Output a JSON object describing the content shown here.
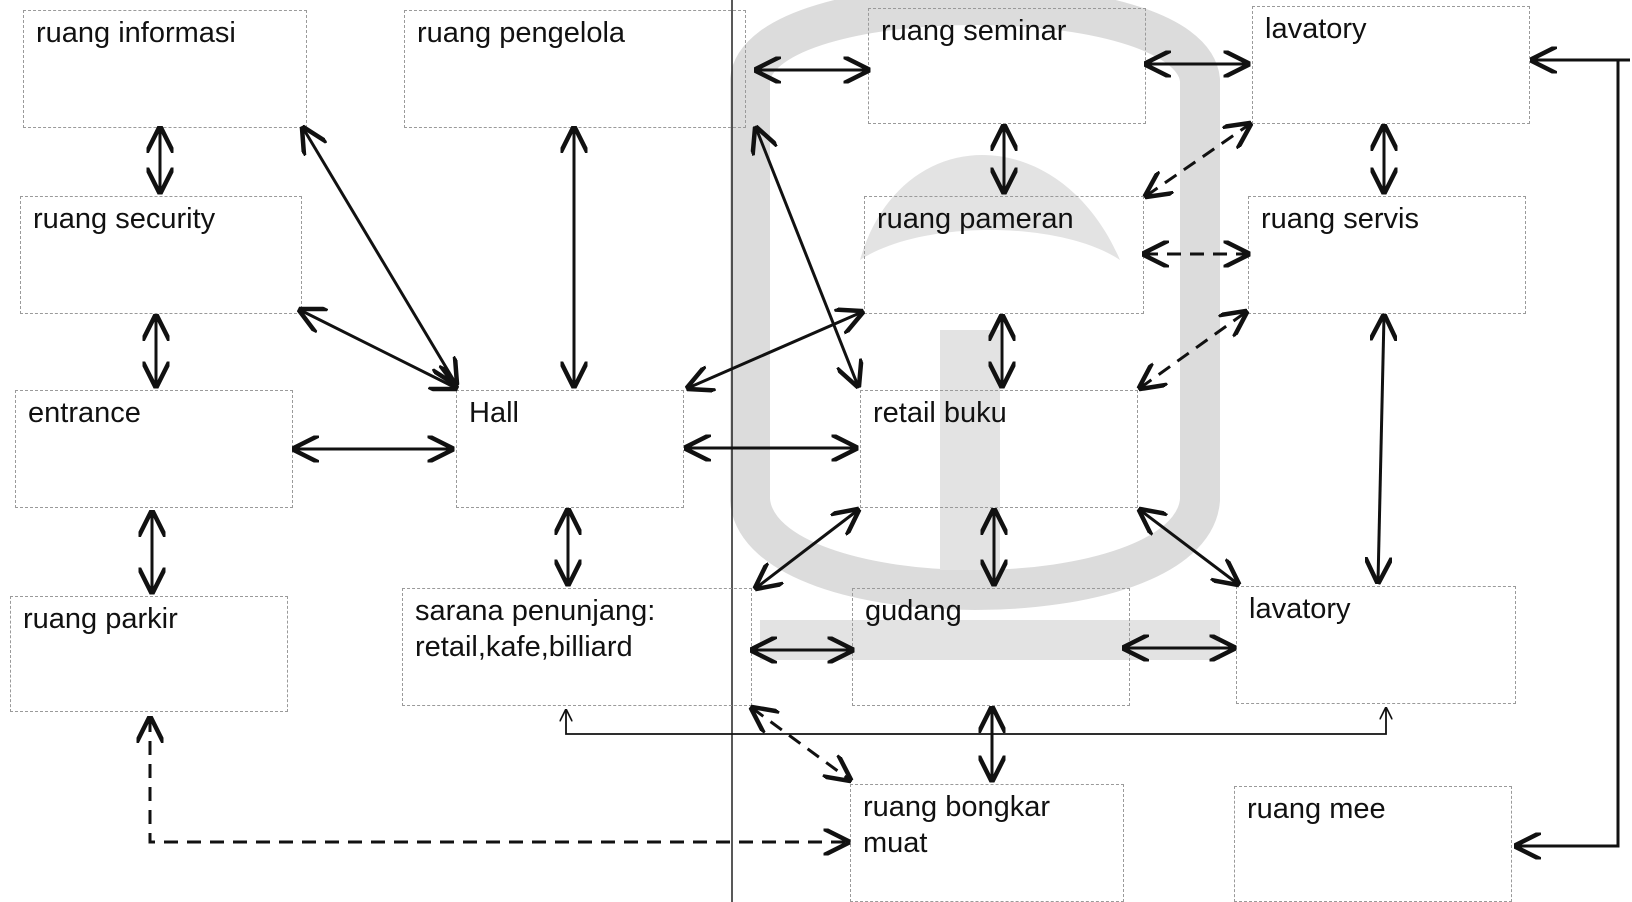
{
  "diagram": {
    "type": "room-relationship-diagram",
    "colors": {
      "line": "#111111",
      "box_border": "#9a9a9a",
      "watermark": "#d9d9d9"
    },
    "rooms": [
      {
        "id": "informasi",
        "label": "ruang informasi"
      },
      {
        "id": "pengelola",
        "label": "ruang pengelola"
      },
      {
        "id": "seminar",
        "label": "ruang seminar"
      },
      {
        "id": "lavatory1",
        "label": "lavatory"
      },
      {
        "id": "security",
        "label": "ruang security"
      },
      {
        "id": "pameran",
        "label": "ruang pameran"
      },
      {
        "id": "servis",
        "label": "ruang servis"
      },
      {
        "id": "entrance",
        "label": "entrance"
      },
      {
        "id": "hall",
        "label": "Hall"
      },
      {
        "id": "retail",
        "label": "retail buku"
      },
      {
        "id": "parkir",
        "label": "ruang parkir"
      },
      {
        "id": "penunjang",
        "label": "sarana penunjang:\nretail,kafe,billiard"
      },
      {
        "id": "gudang",
        "label": "gudang"
      },
      {
        "id": "lavatory2",
        "label": "lavatory"
      },
      {
        "id": "bongkar",
        "label": "ruang bongkar\nmuat"
      },
      {
        "id": "mee",
        "label": "ruang mee"
      }
    ],
    "relations": [
      {
        "from": "informasi",
        "to": "security",
        "style": "solid"
      },
      {
        "from": "security",
        "to": "entrance",
        "style": "solid"
      },
      {
        "from": "entrance",
        "to": "parkir",
        "style": "solid"
      },
      {
        "from": "entrance",
        "to": "hall",
        "style": "solid"
      },
      {
        "from": "informasi",
        "to": "hall",
        "style": "solid"
      },
      {
        "from": "security",
        "to": "hall",
        "style": "solid"
      },
      {
        "from": "pengelola",
        "to": "hall",
        "style": "solid"
      },
      {
        "from": "hall",
        "to": "penunjang",
        "style": "solid"
      },
      {
        "from": "hall",
        "to": "retail",
        "style": "solid"
      },
      {
        "from": "hall",
        "to": "pameran",
        "style": "solid"
      },
      {
        "from": "pengelola",
        "to": "retail",
        "style": "solid"
      },
      {
        "from": "pengelola",
        "to": "seminar",
        "style": "solid"
      },
      {
        "from": "seminar",
        "to": "lavatory1",
        "style": "solid"
      },
      {
        "from": "seminar",
        "to": "pameran",
        "style": "solid"
      },
      {
        "from": "pameran",
        "to": "retail",
        "style": "solid"
      },
      {
        "from": "pameran",
        "to": "lavatory1",
        "style": "dashed"
      },
      {
        "from": "pameran",
        "to": "servis",
        "style": "dashed"
      },
      {
        "from": "retail",
        "to": "servis",
        "style": "dashed"
      },
      {
        "from": "lavatory1",
        "to": "servis",
        "style": "solid"
      },
      {
        "from": "servis",
        "to": "lavatory2",
        "style": "solid"
      },
      {
        "from": "retail",
        "to": "gudang",
        "style": "solid"
      },
      {
        "from": "retail",
        "to": "lavatory2",
        "style": "solid"
      },
      {
        "from": "retail",
        "to": "penunjang",
        "style": "solid"
      },
      {
        "from": "penunjang",
        "to": "gudang",
        "style": "solid"
      },
      {
        "from": "gudang",
        "to": "lavatory2",
        "style": "solid"
      },
      {
        "from": "gudang",
        "to": "bongkar",
        "style": "solid"
      },
      {
        "from": "penunjang",
        "to": "bongkar",
        "style": "dashed"
      },
      {
        "from": "parkir",
        "to": "bongkar",
        "style": "dashed"
      },
      {
        "from": "penunjang",
        "to": "lavatory2",
        "style": "thin-bracket"
      },
      {
        "from": "mee",
        "to": "lavatory1",
        "style": "solid-loop"
      }
    ]
  }
}
